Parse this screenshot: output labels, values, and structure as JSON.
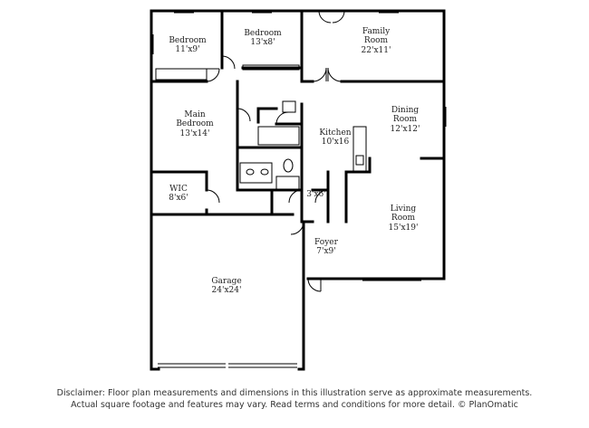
{
  "rooms": [
    {
      "name": "Bedroom",
      "dim": "11'x9'"
    },
    {
      "name": "Bedroom",
      "dim": "13'x8'"
    },
    {
      "name": "Family Room",
      "dim": "22'x11'"
    },
    {
      "name": "Main Bedroom",
      "dim": "13'x14'"
    },
    {
      "name": "Dining Room",
      "dim": "12'x12'"
    },
    {
      "name": "Kitchen",
      "dim": "10'x16"
    },
    {
      "name": "WIC",
      "dim": "8'x6'"
    },
    {
      "name": "",
      "dim": "3'x6'"
    },
    {
      "name": "Living Room",
      "dim": "15'x19'"
    },
    {
      "name": "Foyer",
      "dim": "7'x9'"
    },
    {
      "name": "Garage",
      "dim": "24'x24'"
    }
  ],
  "disclaimer": {
    "line1": "Disclaimer: Floor plan measurements and dimensions in this illustration serve as approximate measurements.",
    "line2": "Actual square footage and features may vary. Read terms and conditions for more detail. © PlanOmatic"
  }
}
